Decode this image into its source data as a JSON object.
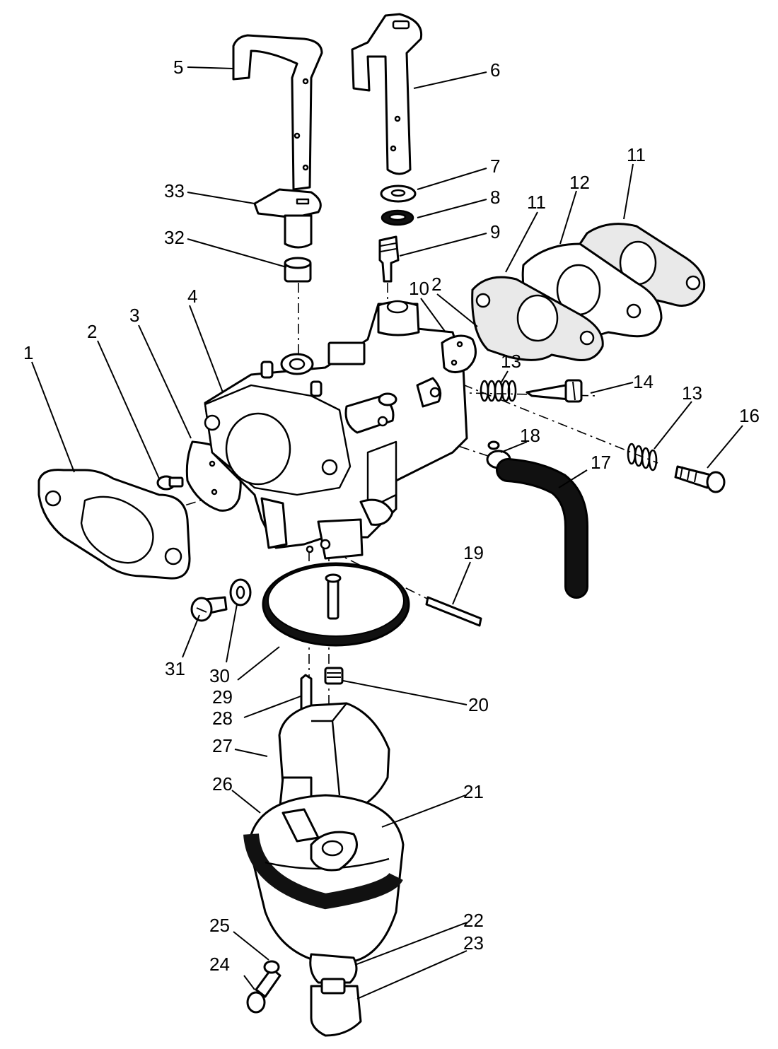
{
  "callouts": {
    "n1": "1",
    "n2a": "2",
    "n2b": "2",
    "n3": "3",
    "n4": "4",
    "n5": "5",
    "n6": "6",
    "n7": "7",
    "n8": "8",
    "n9": "9",
    "n10": "10",
    "n11a": "11",
    "n11b": "11",
    "n12": "12",
    "n13a": "13",
    "n13b": "13",
    "n14": "14",
    "n16": "16",
    "n17": "17",
    "n18": "18",
    "n19": "19",
    "n20": "20",
    "n21": "21",
    "n22": "22",
    "n23": "23",
    "n24": "24",
    "n25": "25",
    "n26": "26",
    "n27": "27",
    "n28": "28",
    "n29": "29",
    "n30": "30",
    "n31": "31",
    "n32": "32",
    "n33": "33"
  }
}
